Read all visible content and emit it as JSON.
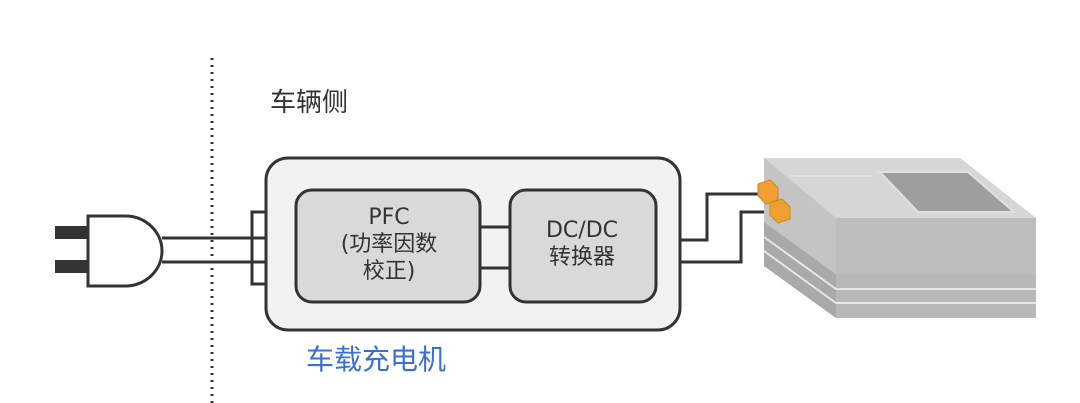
{
  "vehicle_side_label": "车辆侧",
  "pfc_block": {
    "line1": "PFC",
    "line2": "(功率因数",
    "line3": "校正)"
  },
  "dcdc_block": {
    "line1": "DC/DC",
    "line2": "转换器"
  },
  "onboard_charger_label": "车载充电机",
  "colors": {
    "outline": "#333333",
    "charger_fill": "#f2f2f2",
    "block_fill": "#d9d9d9",
    "accent_label": "#3b6fd8",
    "connector": "#f0a030",
    "battery_top": "#cfcfcf",
    "battery_side": "#b5b5b5"
  }
}
